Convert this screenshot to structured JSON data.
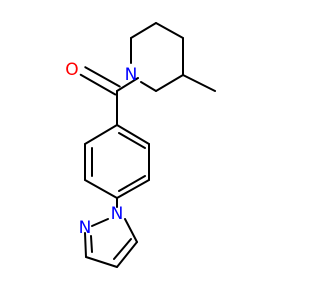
{
  "molecule": {
    "atoms": {
      "oxygen": {
        "symbol": "O",
        "color": "#ff0000"
      },
      "piperidine_nitrogen": {
        "symbol": "N",
        "color": "#0000ff"
      },
      "pyrazole_n1": {
        "symbol": "N",
        "color": "#0000ff"
      },
      "pyrazole_n2": {
        "symbol": "N",
        "color": "#0000ff"
      }
    },
    "bond_color": "#000000"
  }
}
